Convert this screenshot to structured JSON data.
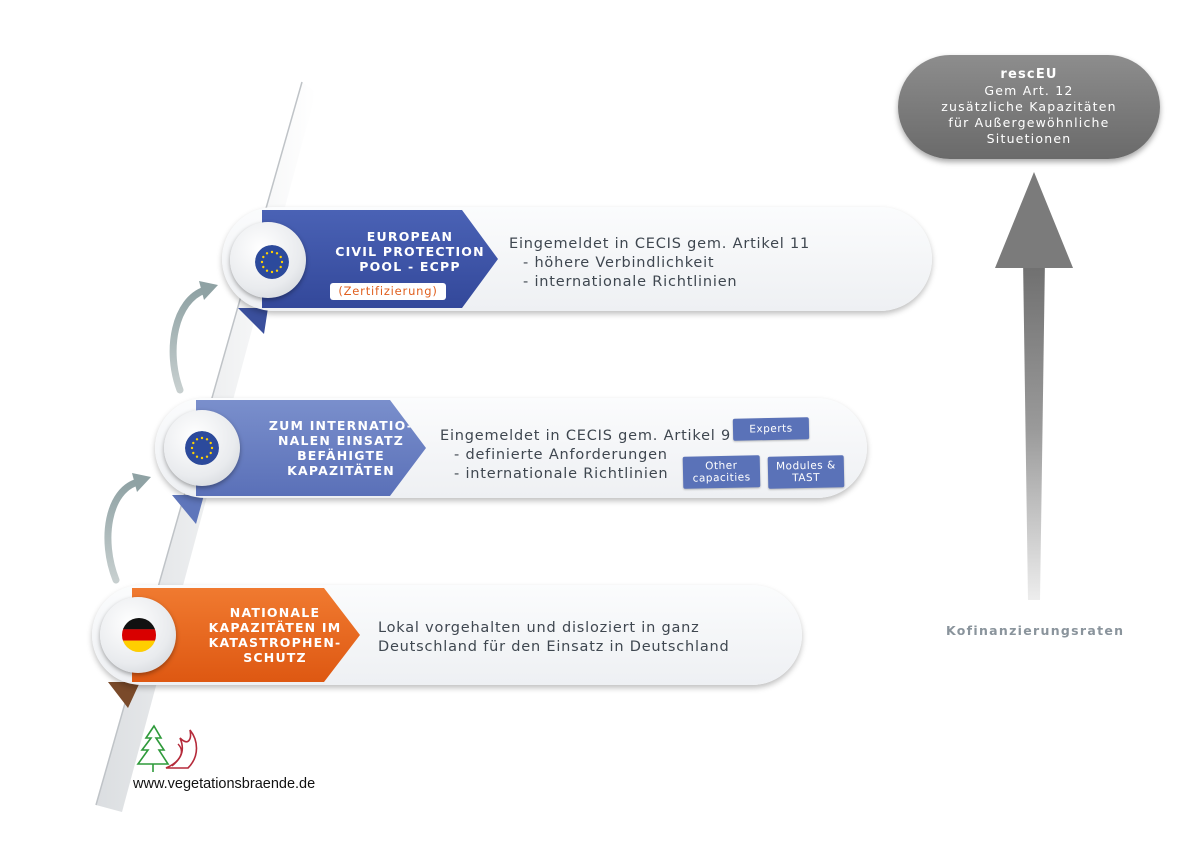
{
  "tiers": {
    "ecpp": {
      "ribbon_lines": [
        "EUROPEAN",
        "CIVIL PROTECTION",
        "POOL - ECPP"
      ],
      "badge": "(Zertifizierung)",
      "desc_lines": [
        "Eingemeldet in CECIS gem. Artikel 11",
        "- höhere Verbindlichkeit",
        "- internationale Richtlinien"
      ],
      "color": "#3d55a8"
    },
    "international": {
      "ribbon_lines": [
        "ZUM INTERNATIO-",
        "NALEN EINSATZ",
        "BEFÄHIGTE",
        "KAPAZITÄTEN"
      ],
      "desc_lines": [
        "Eingemeldet in CECIS gem. Artikel 9",
        "- definierte Anforderungen",
        "- internationale Richtlinien"
      ],
      "tags": {
        "experts": [
          "Experts"
        ],
        "other": [
          "Other",
          "capacities"
        ],
        "modules": [
          "Modules &",
          "TAST"
        ]
      },
      "color": "#6a80c4"
    },
    "national": {
      "ribbon_lines": [
        "NATIONALE",
        "KAPAZITÄTEN IM",
        "KATASTROPHEN-",
        "SCHUTZ"
      ],
      "desc_lines": [
        "Lokal vorgehalten und disloziert in ganz",
        "Deutschland für den Einsatz in Deutschland"
      ],
      "color": "#e8651f"
    }
  },
  "rescue": {
    "title": "rescEU",
    "lines": [
      "Gem Art. 12",
      "zusätzliche Kapazitäten",
      "für Außergewöhnliche",
      "Situetionen"
    ]
  },
  "cofinancing_label": "Kofinanzierungsraten",
  "logo_url": "www.vegetationsbraende.de",
  "icons": {
    "eu_flag": "eu-flag-icon",
    "german_flag": "german-flag-icon",
    "up_arrow": "up-arrow-icon",
    "curved_arrow": "curved-arrow-icon",
    "logo": "vegetationsbraende-logo"
  }
}
